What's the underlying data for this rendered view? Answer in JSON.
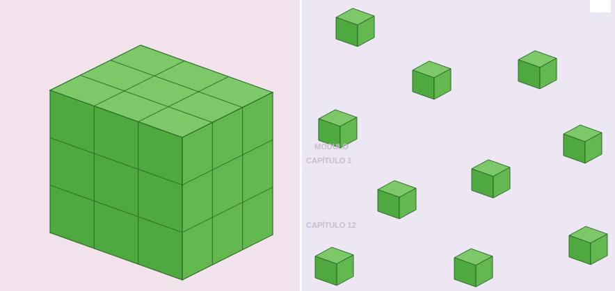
{
  "diagram": {
    "labels": [
      "MÓDULO",
      "CAPÍTULO 1",
      "CAPÍTULO 12"
    ]
  }
}
